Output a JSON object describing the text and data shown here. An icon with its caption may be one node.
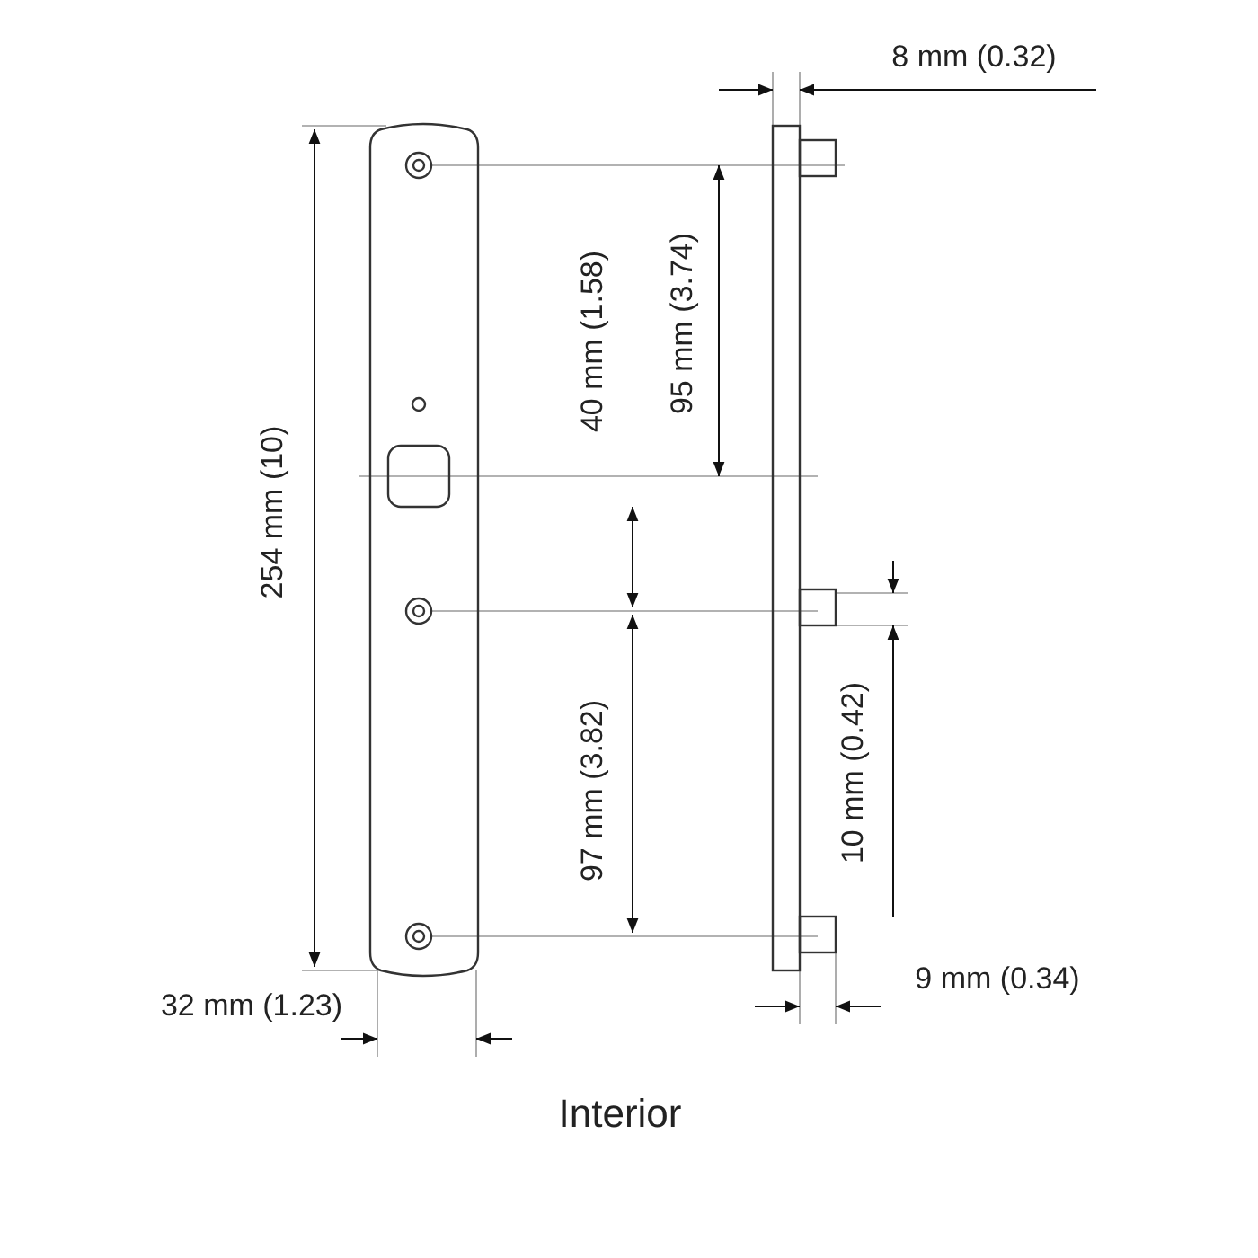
{
  "diagram": {
    "caption": "Interior",
    "labels": [
      "8 mm (0.32)",
      "254 mm (10)",
      "40 mm (1.58)",
      "95 mm (3.74)",
      "97 mm (3.82)",
      "10 mm (0.42)",
      "9 mm (0.34)",
      "32 mm (1.23)"
    ]
  }
}
